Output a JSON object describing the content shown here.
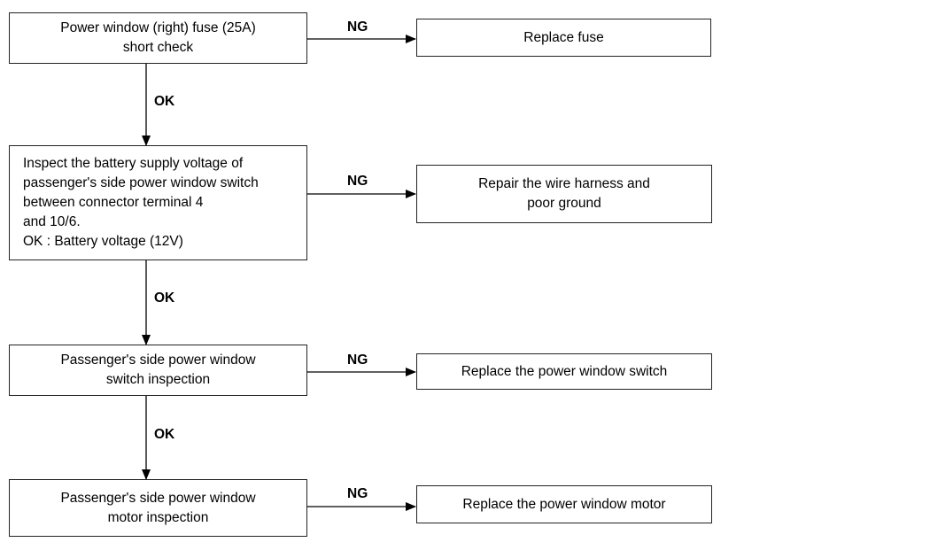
{
  "steps": [
    {
      "check": "Power window (right) fuse (25A)\nshort check",
      "ng_label": "NG",
      "ng_action": "Replace fuse",
      "ok_label": "OK"
    },
    {
      "check": "Inspect the battery supply voltage of\npassenger's side power window switch\nbetween connector terminal 4\nand 10/6.\nOK : Battery voltage (12V)",
      "ng_label": "NG",
      "ng_action": "Repair the wire harness and\npoor ground",
      "ok_label": "OK"
    },
    {
      "check": "Passenger's side power window\nswitch inspection",
      "ng_label": "NG",
      "ng_action": "Replace the power window switch",
      "ok_label": "OK"
    },
    {
      "check": "Passenger's side power window\nmotor inspection",
      "ng_label": "NG",
      "ng_action": "Replace the power window motor"
    }
  ]
}
